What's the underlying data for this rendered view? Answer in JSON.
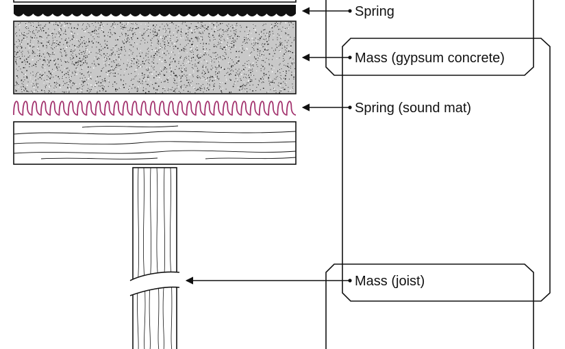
{
  "labels": {
    "spring_top": "Spring",
    "mass_gypsum": "Mass (gypsum concrete)",
    "spring_mat": "Spring (sound mat)",
    "mass_joist": "Mass (joist)"
  },
  "colors": {
    "ink": "#111111",
    "concrete_fill": "#c8c8c8",
    "sound_mat": "#a3336e",
    "background": "#ffffff"
  }
}
